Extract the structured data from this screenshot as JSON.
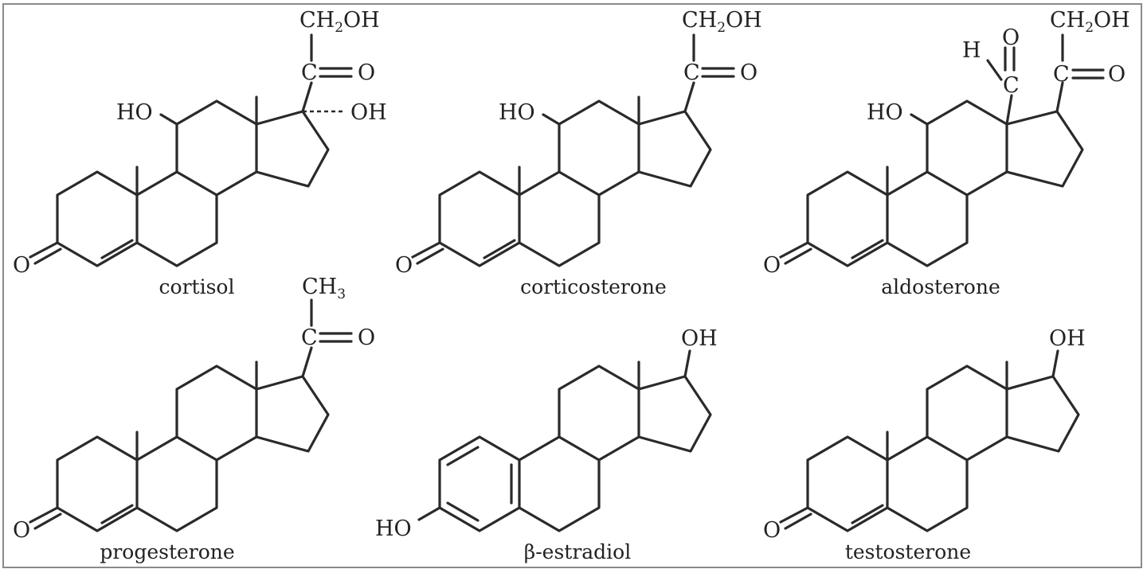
{
  "atom_labels": {
    "oxygen": "O",
    "hydroxyl_left": "HO",
    "hydroxyl_right": "OH",
    "carbon": "C",
    "hydrogen": "H",
    "hydroxymethyl": "CH",
    "hydroxymethyl_sub": "2",
    "hydroxymethyl_tail": "OH",
    "methyl": "CH",
    "methyl_sub": "3"
  },
  "molecules": [
    {
      "name": "cortisol"
    },
    {
      "name": "corticosterone"
    },
    {
      "name": "aldosterone"
    },
    {
      "name": "progesterone"
    },
    {
      "name": "β-estradiol"
    },
    {
      "name": "testosterone"
    }
  ]
}
